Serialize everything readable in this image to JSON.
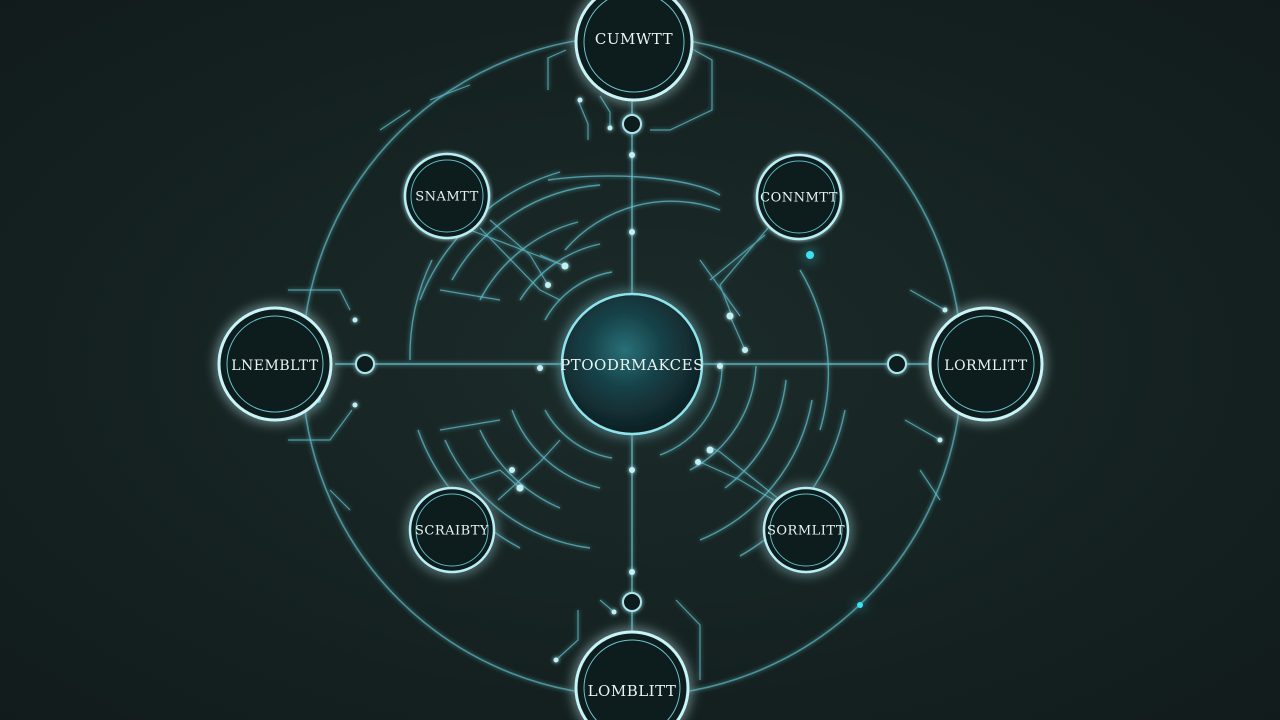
{
  "diagram": {
    "center": {
      "label": "PTOODRMAKCES"
    },
    "nodes": [
      {
        "id": "top",
        "label": "CUMWTT"
      },
      {
        "id": "upper-left",
        "label": "SNAMTT"
      },
      {
        "id": "upper-right",
        "label": "CONNMTT"
      },
      {
        "id": "left",
        "label": "LNEMBLTT"
      },
      {
        "id": "right",
        "label": "LORMLITT"
      },
      {
        "id": "lower-left",
        "label": "SCRAIBTY"
      },
      {
        "id": "lower-right",
        "label": "SORMLITT"
      },
      {
        "id": "bottom",
        "label": "LOMBLITT"
      }
    ]
  },
  "colors": {
    "background": "#14211f",
    "line": "#5fb8c4",
    "glow": "#1fd6e8",
    "node_fill": "#0f1a1a",
    "text": "#e6f4f2"
  }
}
